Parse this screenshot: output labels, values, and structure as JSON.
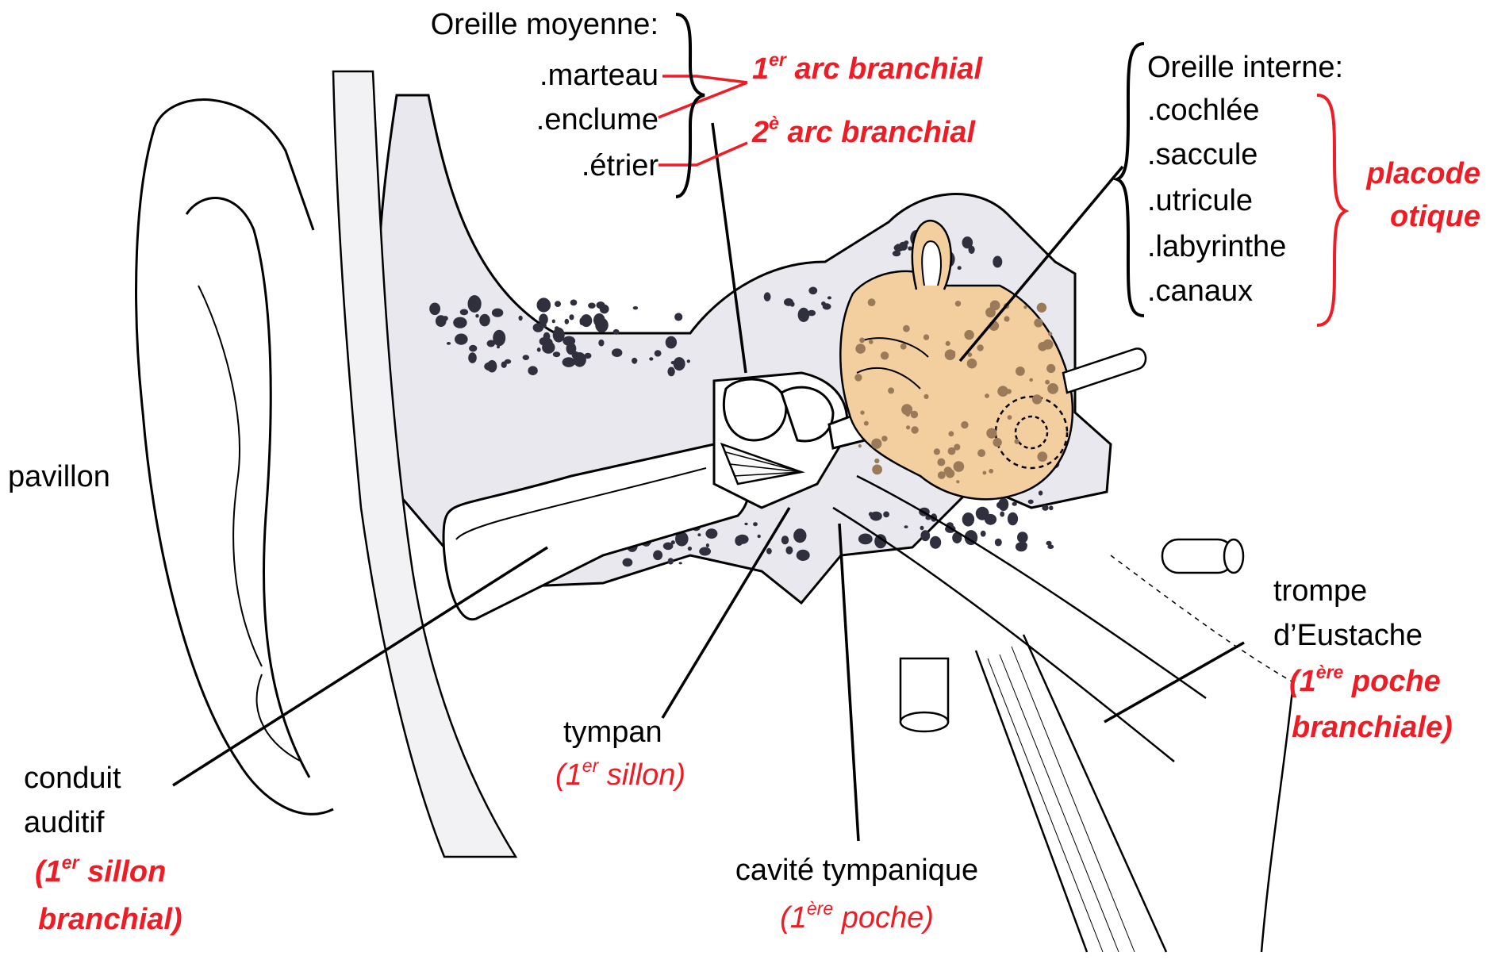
{
  "colors": {
    "annotation_red": "#ee1c24",
    "inner_ear_fill": "#f3cf9f",
    "bone_fill": "#e8e8ee",
    "bone_dots": "#2f2f3d",
    "outline": "#000000"
  },
  "middle_ear": {
    "title": "Oreille moyenne:",
    "items": [
      ".marteau",
      ".enclume",
      ".étrier"
    ],
    "arch1": {
      "pre": "1",
      "sup": "er",
      "post": " arc branchial"
    },
    "arch2": {
      "pre": "2",
      "sup": "è",
      "post": " arc branchial"
    }
  },
  "inner_ear": {
    "title": "Oreille interne:",
    "items": [
      ".cochlée",
      ".saccule",
      ".utricule",
      ".labyrinthe",
      ".canaux"
    ],
    "origin_line1": "placode",
    "origin_line2": "otique"
  },
  "pinna": {
    "label": "pavillon"
  },
  "ear_canal": {
    "line1": "conduit",
    "line2": "auditif",
    "origin_l1_pre": "(1",
    "origin_l1_sup": "er",
    "origin_l1_post": " sillon",
    "origin_l2": "branchial)"
  },
  "eardrum": {
    "label": "tympan",
    "origin_pre": "(1",
    "origin_sup": "er",
    "origin_post": " sillon)"
  },
  "tympanic_cavity": {
    "label": "cavité tympanique",
    "origin_pre": "(1",
    "origin_sup": "ère",
    "origin_post": " poche)"
  },
  "eustachian_tube": {
    "line1": "trompe",
    "line2": "d’Eustache",
    "origin_l1_pre": "(1",
    "origin_l1_sup": "ère",
    "origin_l1_post": " poche",
    "origin_l2": "branchiale)"
  }
}
